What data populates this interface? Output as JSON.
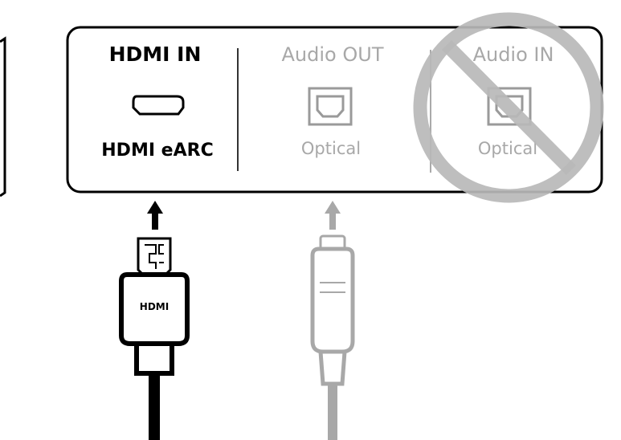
{
  "panel": {
    "sections": [
      {
        "heading": "HDMI IN",
        "sublabel": "HDMI eARC",
        "icon": "hdmi-port-icon",
        "state": "active"
      },
      {
        "heading": "Audio OUT",
        "sublabel": "Optical",
        "icon": "optical-port-icon",
        "state": "inactive"
      },
      {
        "heading": "Audio IN",
        "sublabel": "Optical",
        "icon": "optical-port-icon",
        "state": "prohibited"
      }
    ]
  },
  "cables": {
    "hdmi": {
      "label": "HDMI",
      "icon": "hdmi-plug-icon",
      "arrow_icon": "arrow-up-icon"
    },
    "optical": {
      "icon": "optical-plug-icon",
      "arrow_icon": "arrow-up-icon"
    }
  },
  "prohibited_icon": "no-entry-icon",
  "colors": {
    "active": "#000000",
    "inactive": "#a8a8a8",
    "prohibited": "#b9b9b9"
  }
}
